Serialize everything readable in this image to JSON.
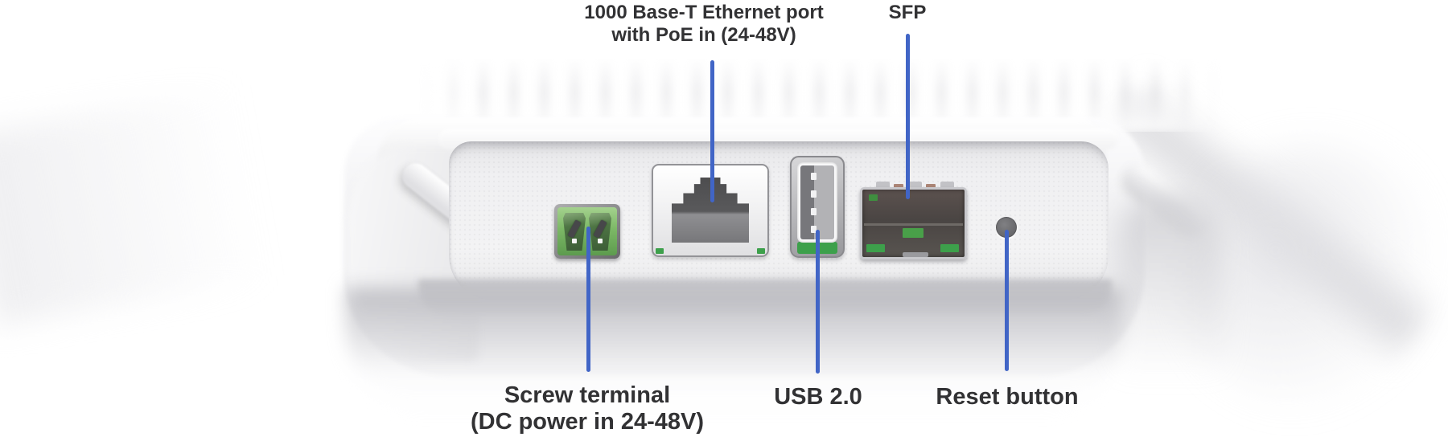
{
  "diagram": {
    "title": "Access point port panel diagram",
    "labels": {
      "ethernet_line1": "1000 Base-T Ethernet port",
      "ethernet_line2": "with PoE in (24-48V)",
      "sfp": "SFP",
      "screw_line1": "Screw terminal",
      "screw_line2": "(DC power in 24-48V)",
      "usb": "USB 2.0",
      "reset": "Reset button"
    },
    "ports": [
      {
        "name": "screw-terminal-port",
        "label_ref": "screw"
      },
      {
        "name": "ethernet-rj45-port",
        "label_ref": "ethernet"
      },
      {
        "name": "usb-port",
        "label_ref": "usb"
      },
      {
        "name": "sfp-cage-port",
        "label_ref": "sfp"
      },
      {
        "name": "reset-button",
        "label_ref": "reset"
      }
    ],
    "colors": {
      "leader_line": "#4165C6",
      "label_text": "#323234",
      "terminal_green": "#7CB866",
      "pcb_green": "#3DA04B",
      "port_cavity_gray": "#59595B"
    }
  }
}
